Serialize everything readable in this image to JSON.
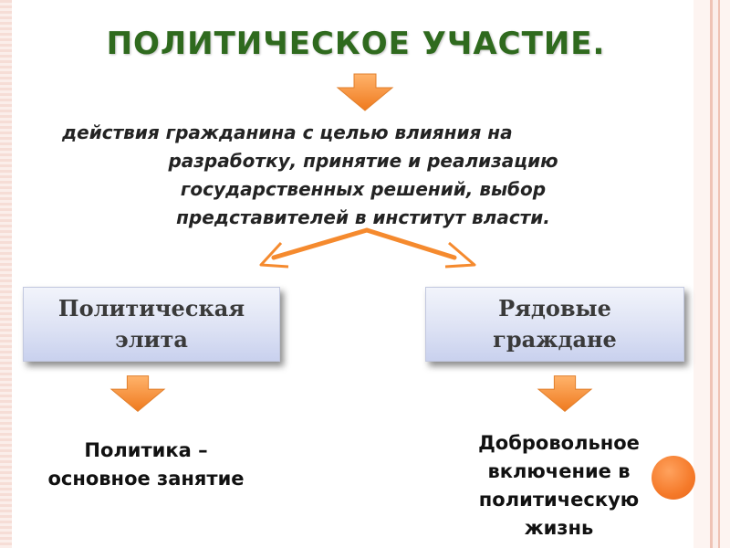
{
  "slide": {
    "title": "ПОЛИТИЧЕСКОЕ УЧАСТИЕ.",
    "definition_lines": [
      "действия гражданина с целью влияния на",
      "разработку, принятие и реализацию",
      "государственных решений, выбор",
      "представителей в институт власти."
    ],
    "left_box": {
      "line1": "Политическая",
      "line2": "элита"
    },
    "right_box": {
      "line1": "Рядовые",
      "line2": "граждане"
    },
    "left_text": {
      "line1": "Политика –",
      "line2": "основное занятие"
    },
    "right_text": {
      "line1": "Добровольное",
      "line2": "включение в",
      "line3": "политическую",
      "line4": "жизнь"
    }
  },
  "colors": {
    "title": "#2f6a1e",
    "arrow": "#f58a2e",
    "box_fill": "#dde2f4",
    "accent_circle": "#f57a2a"
  },
  "icons": [
    "down-arrow-icon",
    "split-arrow-icon",
    "circle-decoration-icon"
  ]
}
